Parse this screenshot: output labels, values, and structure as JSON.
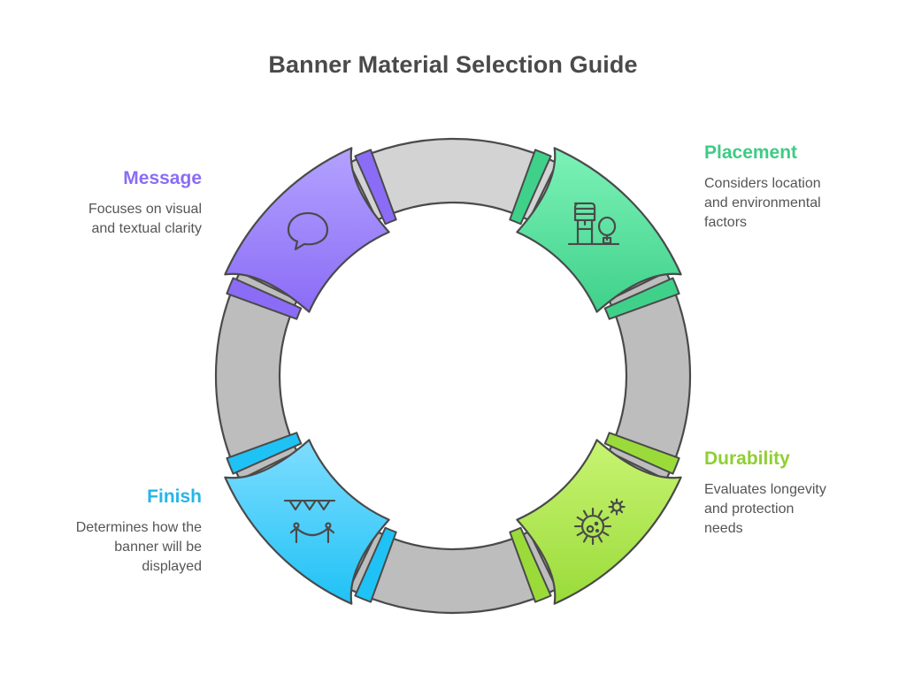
{
  "title": "Banner Material Selection Guide",
  "stages": [
    {
      "id": "message",
      "heading": "Message",
      "description_lines": [
        "Focuses on visual",
        "and textual clarity"
      ],
      "icon": "speech-bubble-icon",
      "color": "#8B6CF6",
      "color_light": "#B3A2FF",
      "position": "top-left"
    },
    {
      "id": "placement",
      "heading": "Placement",
      "description_lines": [
        "Considers location",
        "and environmental",
        "factors"
      ],
      "icon": "water-tower-tree-icon",
      "color": "#3FD18A",
      "color_light": "#7DF2B8",
      "position": "top-right"
    },
    {
      "id": "durability",
      "heading": "Durability",
      "description_lines": [
        "Evaluates longevity",
        "and protection",
        "needs"
      ],
      "icon": "virus-gear-icon",
      "color": "#9ADB3A",
      "color_light": "#C8F472",
      "position": "bottom-right"
    },
    {
      "id": "finish",
      "heading": "Finish",
      "description_lines": [
        "Determines how the",
        "banner will be",
        "displayed"
      ],
      "icon": "bunting-rope-icon",
      "color": "#1FC2F5",
      "color_light": "#7FDDFF",
      "position": "bottom-left"
    }
  ],
  "colors": {
    "ring": "#D3D3D3",
    "ring_dark": "#BDBDBD",
    "stroke": "#4A4A4A",
    "title": "#4A4A4A",
    "text": "#555555",
    "message_heading": "#8B6CF6",
    "placement_heading": "#3FCB85",
    "durability_heading": "#8FCF33",
    "finish_heading": "#27B4E8"
  }
}
